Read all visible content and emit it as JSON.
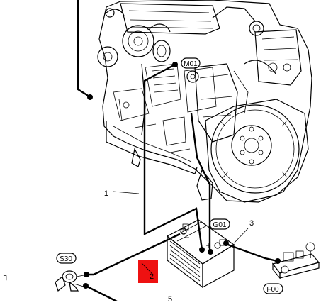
{
  "diagram": {
    "component_tags": {
      "starter_motor": "M01",
      "battery": "G01",
      "key_switch": "S30",
      "fuse_box": "F00"
    },
    "callouts": {
      "cable_1": "1",
      "cable_2": "2",
      "cable_3": "3",
      "cable_5": "5"
    },
    "battery_marks": {
      "negative": "−",
      "positive": "+"
    },
    "highlight_color": "#ee1111",
    "left_edge_glyph": "┐"
  }
}
